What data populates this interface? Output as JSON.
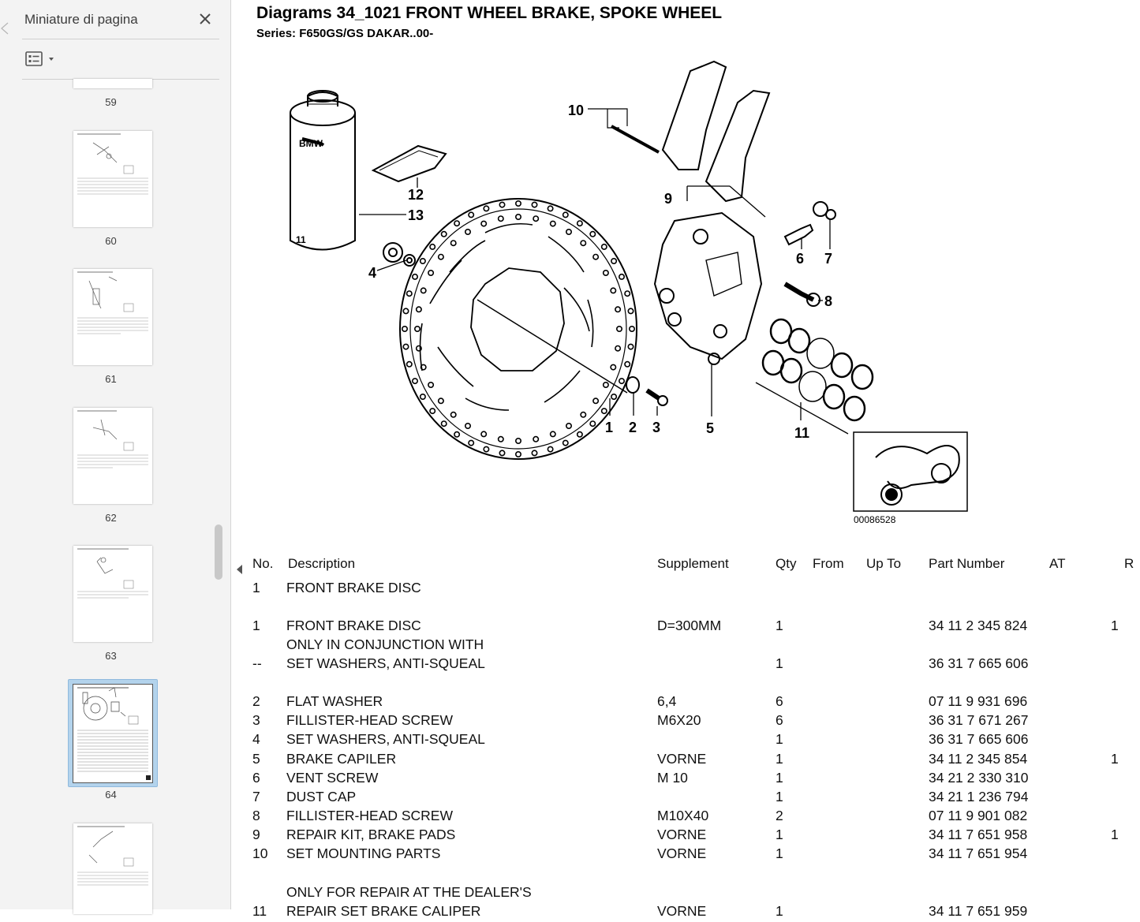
{
  "sidebar": {
    "title": "Miniature di pagina",
    "close_icon": "close-icon",
    "view_icon": "list-view-icon",
    "pages": [
      {
        "label": "59",
        "selected": false
      },
      {
        "label": "60",
        "selected": false
      },
      {
        "label": "61",
        "selected": false
      },
      {
        "label": "62",
        "selected": false
      },
      {
        "label": "63",
        "selected": false
      },
      {
        "label": "64",
        "selected": true
      },
      {
        "label": "",
        "selected": false
      }
    ]
  },
  "document": {
    "title": "Diagrams 34_1021 FRONT WHEEL BRAKE, SPOKE WHEEL",
    "series": "Series: F650GS/GS DAKAR..00-",
    "diagram": {
      "callouts": [
        "1",
        "2",
        "3",
        "4",
        "5",
        "6",
        "7",
        "8",
        "9",
        "10",
        "11",
        "12",
        "13"
      ],
      "image_code": "00086528"
    },
    "table": {
      "headers": {
        "no": "No.",
        "description": "Description",
        "supplement": "Supplement",
        "qty": "Qty",
        "from": "From",
        "up_to": "Up To",
        "part_number": "Part Number",
        "at": "AT",
        "r": "R"
      },
      "rows": [
        {
          "no": "1",
          "description": "FRONT BRAKE DISC",
          "supplement": "",
          "qty": "",
          "part": "",
          "r": ""
        },
        {
          "no": "1",
          "description": "FRONT BRAKE DISC",
          "supplement": "D=300MM",
          "qty": "1",
          "part": "34 11 2 345 824",
          "r": "1"
        },
        {
          "no": "",
          "description": "ONLY IN CONJUNCTION WITH",
          "supplement": "",
          "qty": "",
          "part": "",
          "r": ""
        },
        {
          "no": "--",
          "description": "SET WASHERS, ANTI-SQUEAL",
          "supplement": "",
          "qty": "1",
          "part": "36 31 7 665 606",
          "r": ""
        },
        {
          "no": "2",
          "description": "FLAT WASHER",
          "supplement": "6,4",
          "qty": "6",
          "part": "07 11 9 931 696",
          "r": ""
        },
        {
          "no": "3",
          "description": "FILLISTER-HEAD SCREW",
          "supplement": "M6X20",
          "qty": "6",
          "part": "36 31 7 671 267",
          "r": ""
        },
        {
          "no": "4",
          "description": "SET WASHERS, ANTI-SQUEAL",
          "supplement": "",
          "qty": "1",
          "part": "36 31 7 665 606",
          "r": ""
        },
        {
          "no": "5",
          "description": "BRAKE CAPILER",
          "supplement": "VORNE",
          "qty": "1",
          "part": "34 11 2 345 854",
          "r": "1"
        },
        {
          "no": "6",
          "description": "VENT SCREW",
          "supplement": "M 10",
          "qty": "1",
          "part": "34 21 2 330 310",
          "r": ""
        },
        {
          "no": "7",
          "description": "DUST CAP",
          "supplement": "",
          "qty": "1",
          "part": "34 21 1 236 794",
          "r": ""
        },
        {
          "no": "8",
          "description": "FILLISTER-HEAD SCREW",
          "supplement": "M10X40",
          "qty": "2",
          "part": "07 11 9 901 082",
          "r": ""
        },
        {
          "no": "9",
          "description": "REPAIR KIT, BRAKE PADS",
          "supplement": "VORNE",
          "qty": "1",
          "part": "34 11 7 651 958",
          "r": "1"
        },
        {
          "no": "10",
          "description": "SET MOUNTING PARTS",
          "supplement": "VORNE",
          "qty": "1",
          "part": "34 11 7 651 954",
          "r": ""
        },
        {
          "no": "",
          "description": "ONLY FOR REPAIR AT THE DEALER'S",
          "supplement": "",
          "qty": "",
          "part": "",
          "r": ""
        },
        {
          "no": "11",
          "description": "REPAIR SET BRAKE CALIPER",
          "supplement": "VORNE",
          "qty": "1",
          "part": "34 11 7 651 959",
          "r": ""
        }
      ]
    }
  }
}
